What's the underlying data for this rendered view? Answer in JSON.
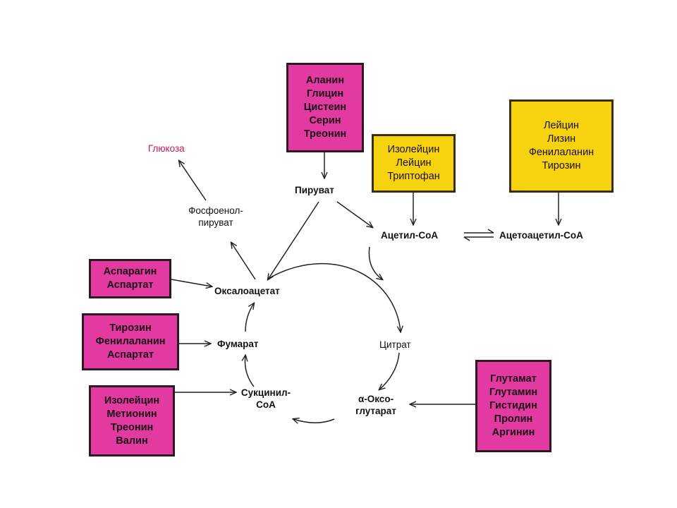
{
  "boxes": {
    "pyruvate_sources": [
      "Аланин",
      "Глицин",
      "Цистеин",
      "Серин",
      "Треонин"
    ],
    "acetyl_sources": [
      "Изолейцин",
      "Лейцин",
      "Триптофан"
    ],
    "acetoacetyl_sources": [
      "Лейцин",
      "Лизин",
      "Фенилаланин",
      "Тирозин"
    ],
    "oxaloacetate_sources": [
      "Аспарагин",
      "Аспартат"
    ],
    "fumarate_sources": [
      "Тирозин",
      "Фенилаланин",
      "Аспартат"
    ],
    "succinyl_sources": [
      "Изолейцин",
      "Метионин",
      "Треонин",
      "Валин"
    ],
    "oxoglutarate_sources": [
      "Глутамат",
      "Глутамин",
      "Гистидин",
      "Пролин",
      "Аргинин"
    ]
  },
  "metabolites": {
    "glucose": "Глюкоза",
    "pep_line1": "Фосфоенол-",
    "pep_line2": "пируват",
    "pyruvate": "Пируват",
    "acetyl_coa": "Ацетил-CoA",
    "acetoacetyl_coa": "Ацетоацетил-CoA",
    "oxaloacetate": "Оксалоацетат",
    "fumarate": "Фумарат",
    "citrate": "Цитрат",
    "succinyl_line1": "Сукцинил-",
    "succinyl_line2": "CoA",
    "oxoglutarate_line1": "α-Оксо-",
    "oxoglutarate_line2": "глутарат"
  },
  "colors": {
    "pink_box": "#e23aa0",
    "yellow_box": "#f6d20f",
    "glucose_text": "#c2185b"
  }
}
